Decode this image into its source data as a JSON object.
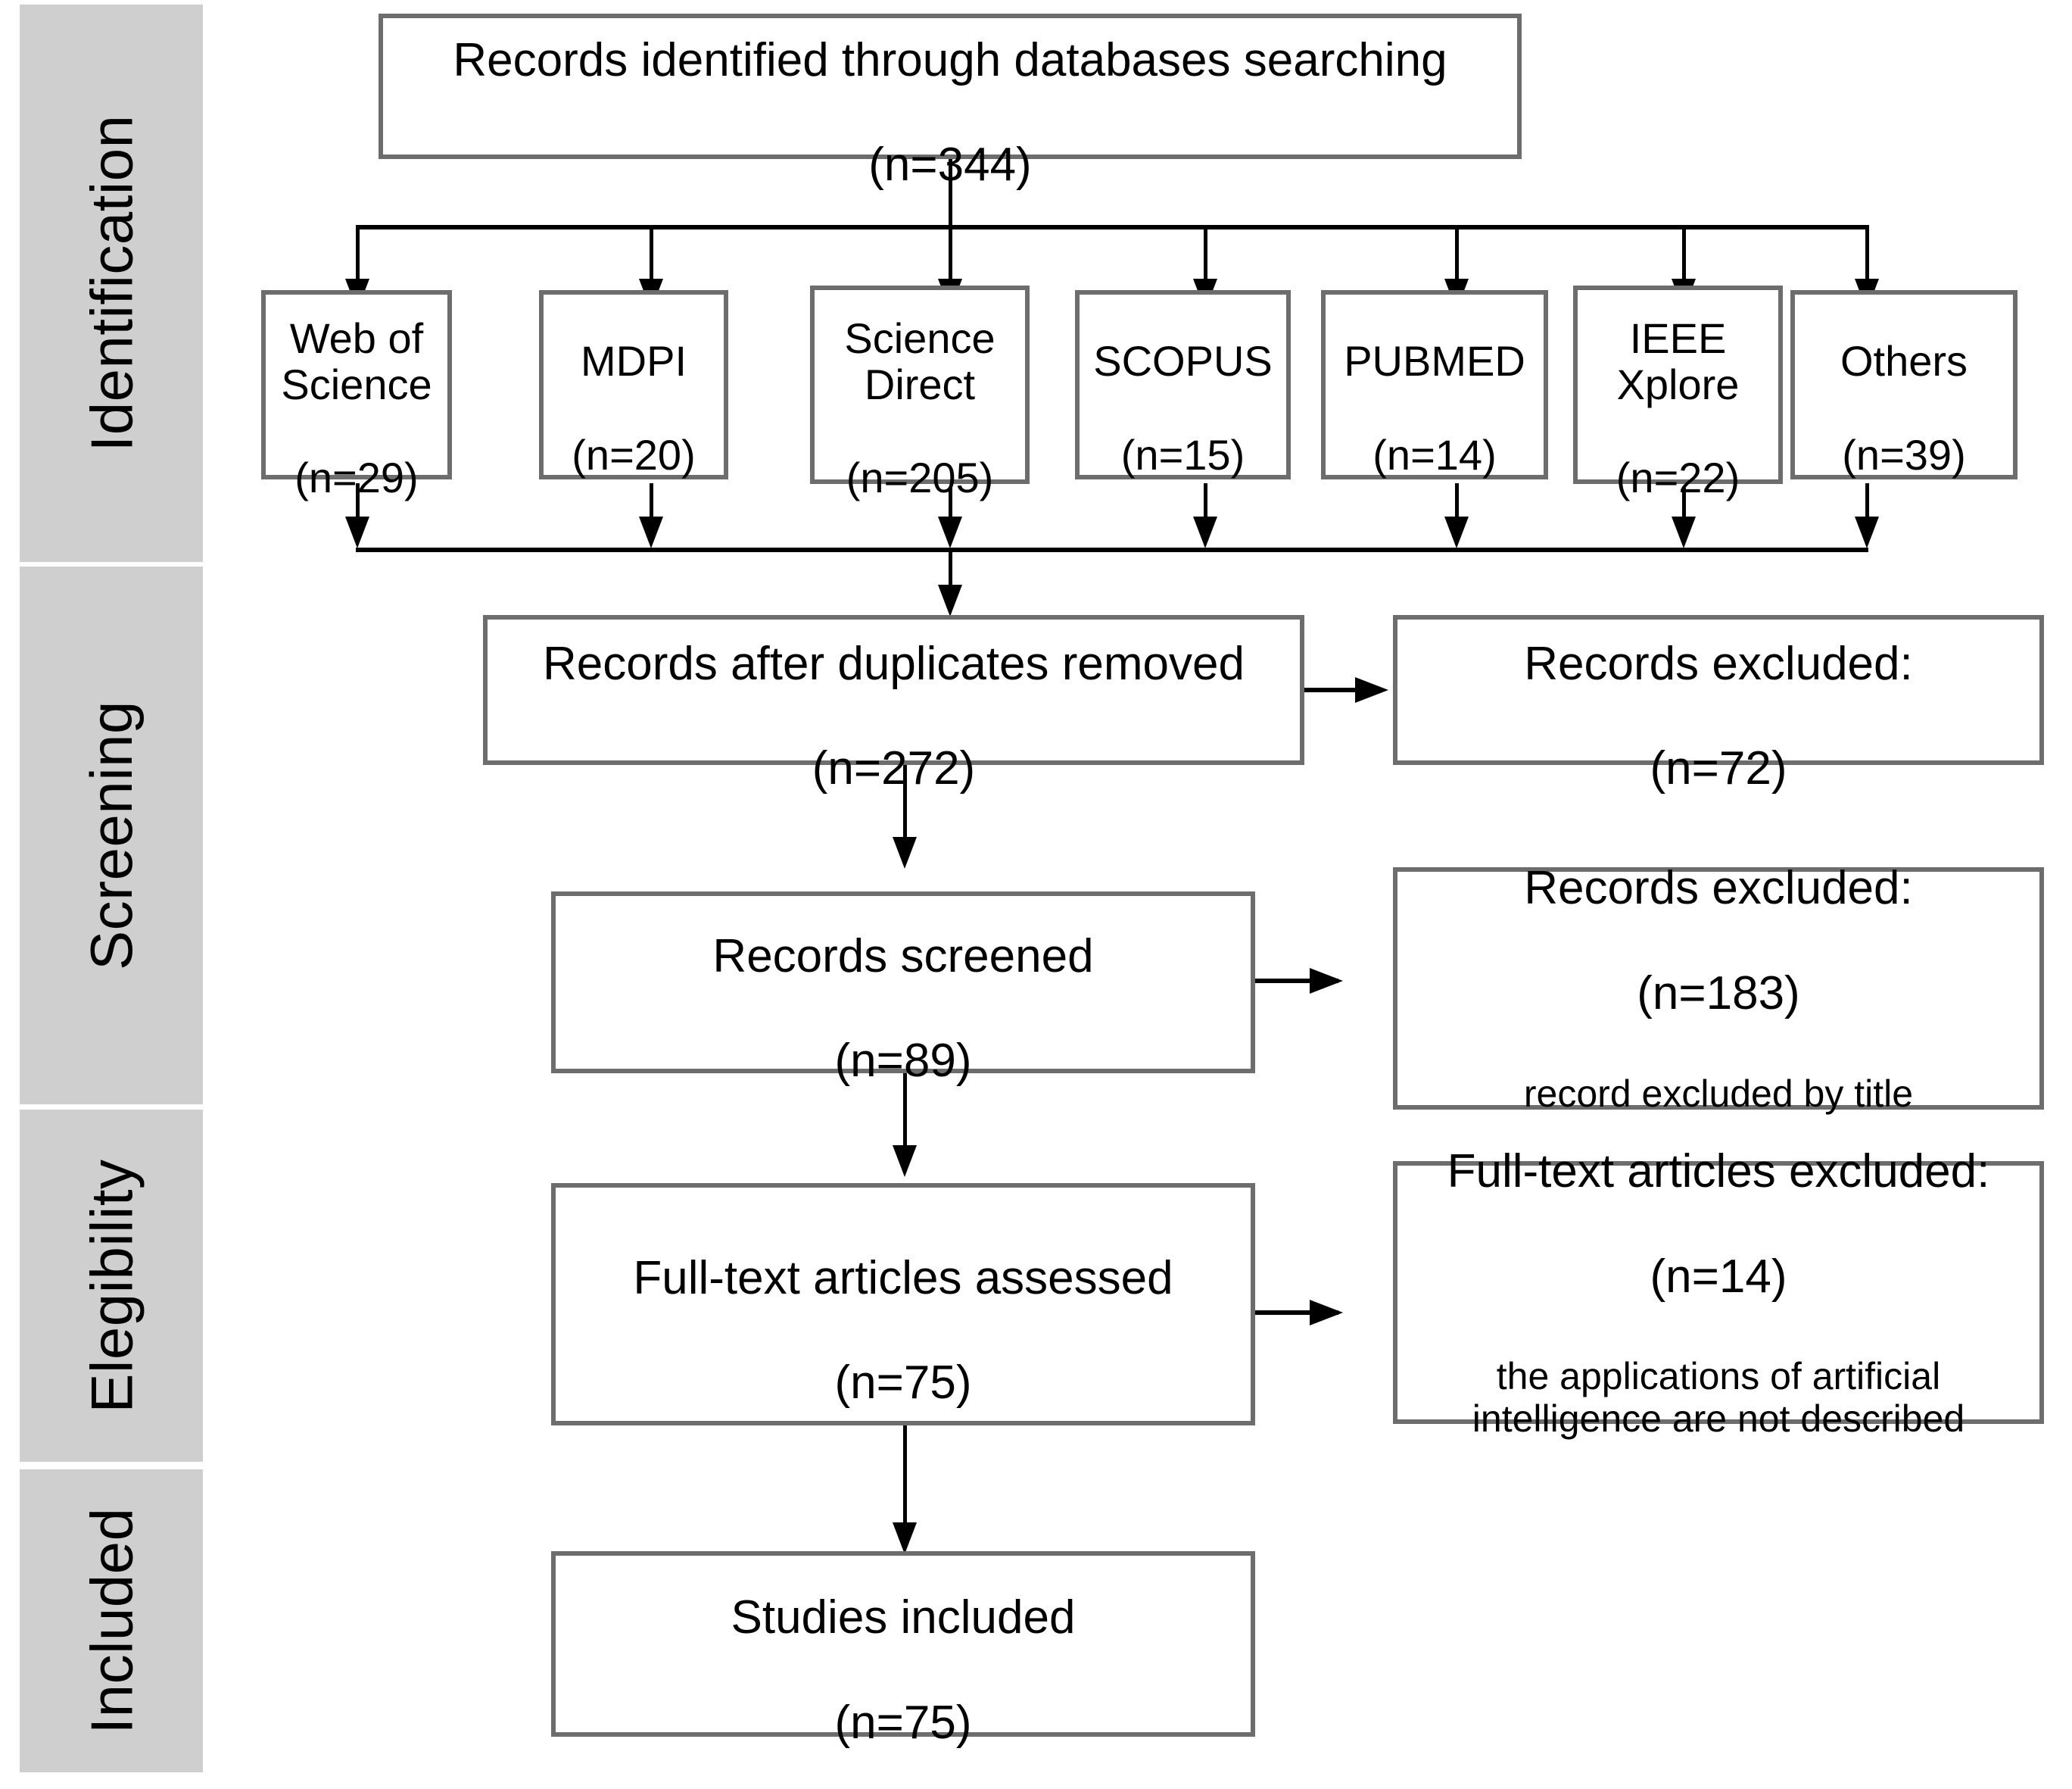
{
  "diagram": {
    "title": "PRISMA flow diagram",
    "colors": {
      "band_fill": "#cfcfcf",
      "box_border": "#6d6d6d",
      "connector": "#000000",
      "background": "#ffffff"
    }
  },
  "stages": [
    {
      "id": "identification",
      "label": "Identification"
    },
    {
      "id": "screening",
      "label": "Screening"
    },
    {
      "id": "eligibility",
      "label": "Elegibility"
    },
    {
      "id": "included",
      "label": "Included"
    }
  ],
  "nodes": {
    "source": {
      "label": "Records identified through databases searching",
      "count": "(n=344)"
    },
    "databases": [
      {
        "name": "Web of\nScience",
        "count": "(n=29)"
      },
      {
        "name": "MDPI",
        "count": "(n=20)"
      },
      {
        "name": "Science\nDirect",
        "count": "(n=205)"
      },
      {
        "name": "SCOPUS",
        "count": "(n=15)"
      },
      {
        "name": "PUBMED",
        "count": "(n=14)"
      },
      {
        "name": "IEEE\nXplore",
        "count": "(n=22)"
      },
      {
        "name": "Others",
        "count": "(n=39)"
      }
    ],
    "duplicates_removed": {
      "label": "Records after duplicates removed",
      "count": "(n=272)"
    },
    "excluded_duplicates": {
      "label": "Records excluded:",
      "count": "(n=72)",
      "reason": ""
    },
    "screened": {
      "label": "Records screened",
      "count": "(n=89)"
    },
    "excluded_title": {
      "label": "Records excluded:",
      "count": "(n=183)",
      "reason": "record excluded by title"
    },
    "fulltext_assessed": {
      "label": "Full-text articles assessed",
      "count": "(n=75)"
    },
    "excluded_fulltext": {
      "label": "Full-text articles excluded:",
      "count": "(n=14)",
      "reason": "the applications of artificial\nintelligence are not described"
    },
    "studies_included": {
      "label": "Studies included",
      "count": "(n=75)"
    }
  }
}
